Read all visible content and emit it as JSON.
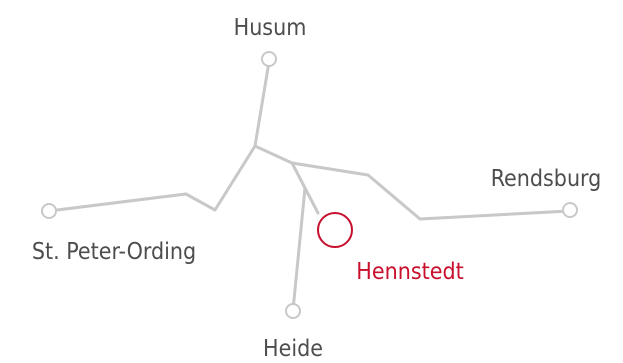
{
  "colors": {
    "road": "#c8c8c8",
    "text": "#4d4d4d",
    "highlight": "#c8102e"
  },
  "towns": {
    "husum": {
      "label": "Husum"
    },
    "rendsburg": {
      "label": "Rendsburg"
    },
    "st_peter_ording": {
      "label": "St. Peter-Ording"
    },
    "hennstedt": {
      "label": "Hennstedt",
      "highlighted": true
    },
    "heide": {
      "label": "Heide"
    }
  }
}
